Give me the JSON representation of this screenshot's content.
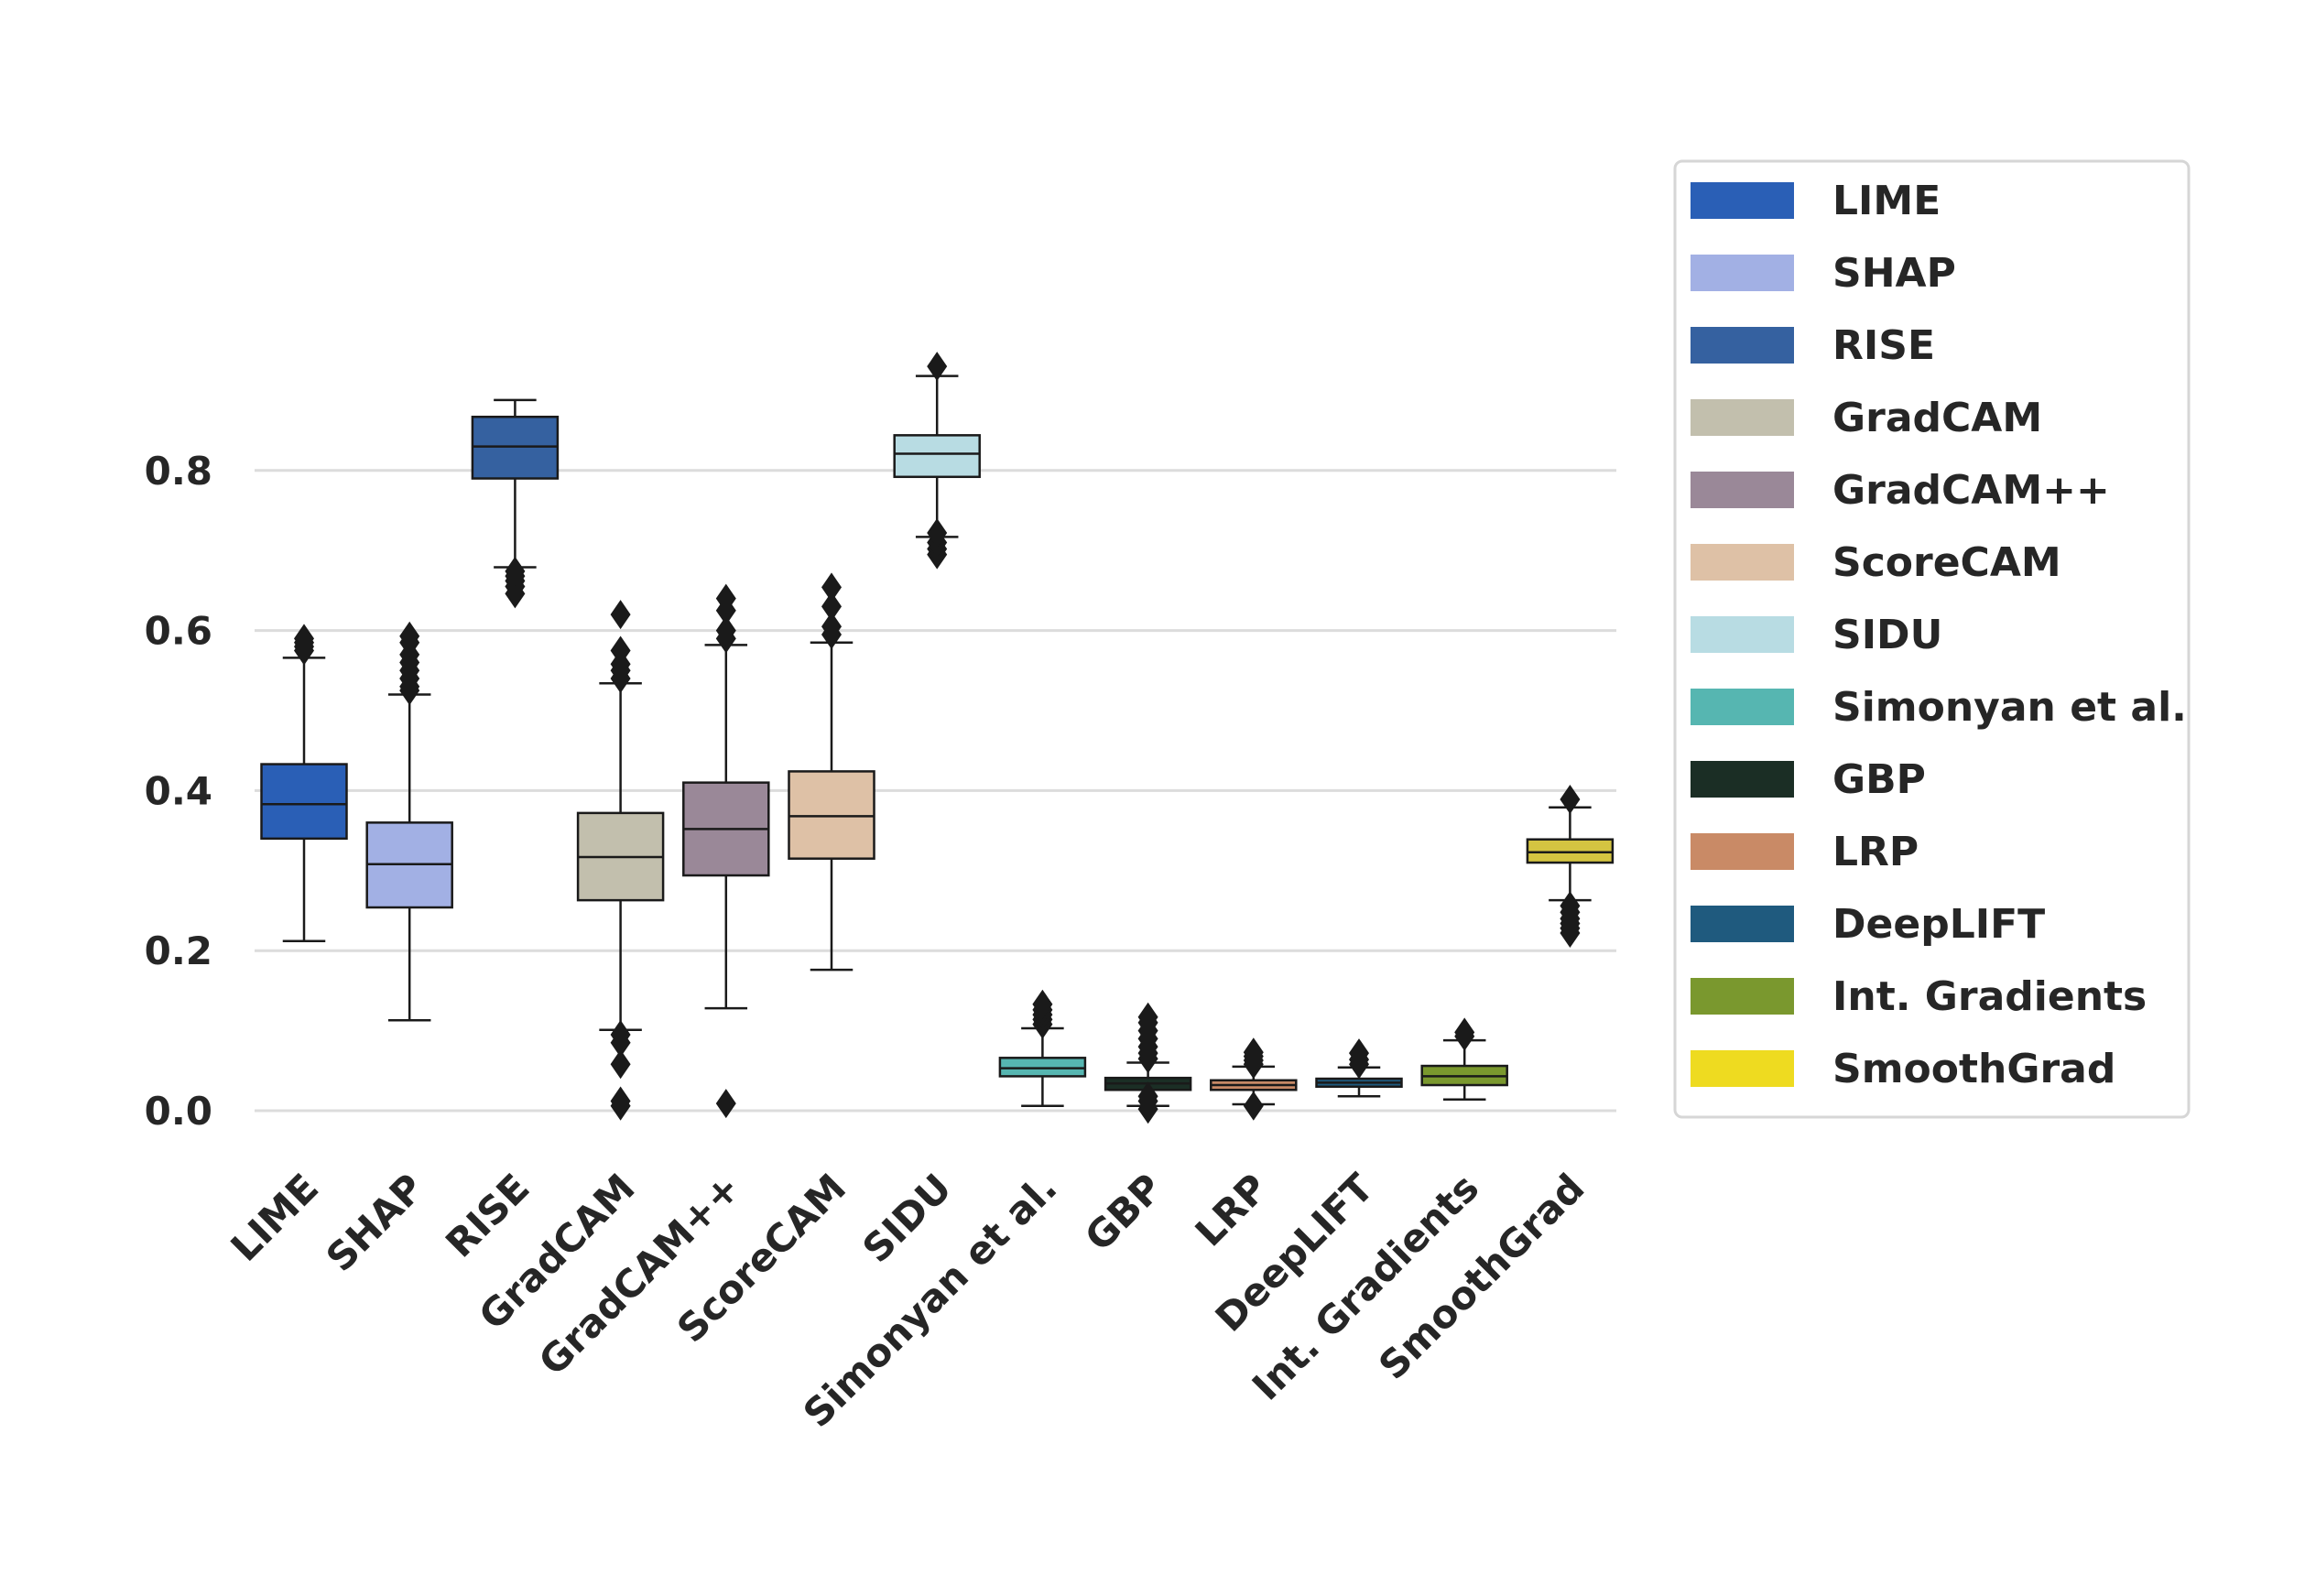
{
  "chart_data": {
    "type": "box",
    "title": "",
    "xlabel": "",
    "ylabel": "",
    "ylim": [
      -0.04,
      0.97
    ],
    "yticks": [
      "0.0",
      "0.2",
      "0.4",
      "0.6",
      "0.8"
    ],
    "ytick_values": [
      0.0,
      0.2,
      0.4,
      0.6,
      0.8
    ],
    "grid": "horizontal",
    "legend_position": "outside right",
    "categories": [
      "LIME",
      "SHAP",
      "RISE",
      "GradCAM",
      "GradCAM++",
      "ScoreCAM",
      "SIDU",
      "Simonyan et al.",
      "GBP",
      "LRP",
      "DeepLIFT",
      "Int. Gradients",
      "SmoothGrad"
    ],
    "series": [
      {
        "name": "LIME",
        "color": "#2a5fb6",
        "whisker_low": 0.212,
        "q1": 0.34,
        "median": 0.383,
        "q3": 0.433,
        "whisker_high": 0.566,
        "outliers": [
          0.575,
          0.58,
          0.585,
          0.59
        ]
      },
      {
        "name": "SHAP",
        "color": "#a2b0e4",
        "whisker_low": 0.113,
        "q1": 0.254,
        "median": 0.308,
        "q3": 0.36,
        "whisker_high": 0.52,
        "outliers": [
          0.525,
          0.53,
          0.54,
          0.55,
          0.56,
          0.57,
          0.585,
          0.593
        ]
      },
      {
        "name": "RISE",
        "color": "#3561a0",
        "whisker_low": 0.679,
        "q1": 0.79,
        "median": 0.83,
        "q3": 0.867,
        "whisker_high": 0.888,
        "outliers": [
          0.646,
          0.655,
          0.662,
          0.668,
          0.674
        ]
      },
      {
        "name": "GradCAM",
        "color": "#c2bfad",
        "whisker_low": 0.101,
        "q1": 0.263,
        "median": 0.317,
        "q3": 0.372,
        "whisker_high": 0.534,
        "outliers": [
          0.006,
          0.012,
          0.058,
          0.085,
          0.095,
          0.54,
          0.55,
          0.558,
          0.575,
          0.62
        ]
      },
      {
        "name": "GradCAM++",
        "color": "#9a8898",
        "whisker_low": 0.128,
        "q1": 0.294,
        "median": 0.352,
        "q3": 0.41,
        "whisker_high": 0.582,
        "outliers": [
          0.009,
          0.59,
          0.6,
          0.625,
          0.64
        ]
      },
      {
        "name": "ScoreCAM",
        "color": "#dec1a6",
        "whisker_low": 0.176,
        "q1": 0.315,
        "median": 0.368,
        "q3": 0.424,
        "whisker_high": 0.585,
        "outliers": [
          0.595,
          0.605,
          0.63,
          0.654
        ]
      },
      {
        "name": "SIDU",
        "color": "#b8dce3",
        "whisker_low": 0.717,
        "q1": 0.792,
        "median": 0.821,
        "q3": 0.844,
        "whisker_high": 0.918,
        "outliers": [
          0.695,
          0.702,
          0.71,
          0.722,
          0.93
        ]
      },
      {
        "name": "Simonyan et al.",
        "color": "#56b6b1",
        "whisker_low": 0.006,
        "q1": 0.043,
        "median": 0.053,
        "q3": 0.066,
        "whisker_high": 0.103,
        "outliers": [
          0.108,
          0.114,
          0.12,
          0.126,
          0.133
        ]
      },
      {
        "name": "GBP",
        "color": "#1b2e25",
        "whisker_low": 0.006,
        "q1": 0.026,
        "median": 0.034,
        "q3": 0.041,
        "whisker_high": 0.06,
        "outliers": [
          0.002,
          0.012,
          0.018,
          0.065,
          0.072,
          0.08,
          0.09,
          0.1,
          0.11,
          0.117
        ]
      },
      {
        "name": "LRP",
        "color": "#c98a66",
        "whisker_low": 0.008,
        "q1": 0.026,
        "median": 0.032,
        "q3": 0.038,
        "whisker_high": 0.055,
        "outliers": [
          0.006,
          0.058,
          0.063,
          0.068,
          0.073
        ]
      },
      {
        "name": "DeepLIFT",
        "color": "#1f5a7e",
        "whisker_low": 0.018,
        "q1": 0.03,
        "median": 0.035,
        "q3": 0.04,
        "whisker_high": 0.054,
        "outliers": [
          0.058,
          0.064,
          0.072
        ]
      },
      {
        "name": "Int. Gradients",
        "color": "#7a982e",
        "whisker_low": 0.014,
        "q1": 0.032,
        "median": 0.043,
        "q3": 0.056,
        "whisker_high": 0.088,
        "outliers": [
          0.093,
          0.098
        ]
      },
      {
        "name": "SmoothGrad",
        "color": "#d4c441",
        "whisker_low": 0.263,
        "q1": 0.31,
        "median": 0.323,
        "q3": 0.339,
        "whisker_high": 0.379,
        "outliers": [
          0.222,
          0.228,
          0.234,
          0.24,
          0.248,
          0.256,
          0.389
        ]
      }
    ],
    "legend": [
      {
        "label": "LIME",
        "color": "#2a5fb6"
      },
      {
        "label": "SHAP",
        "color": "#a2b0e4"
      },
      {
        "label": "RISE",
        "color": "#3561a0"
      },
      {
        "label": "GradCAM",
        "color": "#c2bfad"
      },
      {
        "label": "GradCAM++",
        "color": "#9a8898"
      },
      {
        "label": "ScoreCAM",
        "color": "#dec1a6"
      },
      {
        "label": "SIDU",
        "color": "#b8dce3"
      },
      {
        "label": "Simonyan et al.",
        "color": "#56b6b1"
      },
      {
        "label": "GBP",
        "color": "#1b2e25"
      },
      {
        "label": "LRP",
        "color": "#c98a66"
      },
      {
        "label": "DeepLIFT",
        "color": "#1f5a7e"
      },
      {
        "label": "Int. Gradients",
        "color": "#7a982e"
      },
      {
        "label": "SmoothGrad",
        "color": "#eedb20"
      }
    ]
  }
}
